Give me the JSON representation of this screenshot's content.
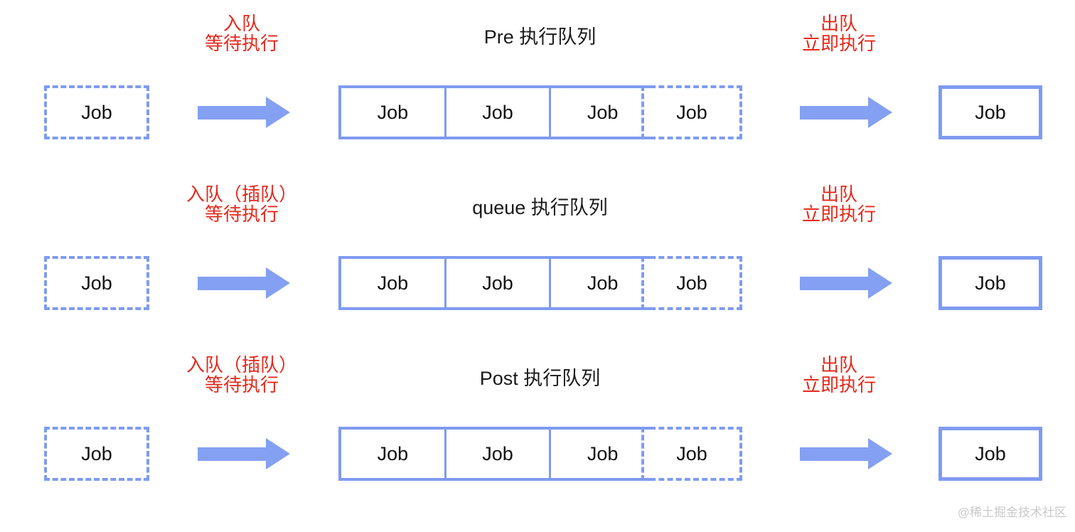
{
  "colors": {
    "blue_border": "#7f9bf0",
    "blue_arrow": "#84a0f2",
    "red_label": "#e5291b",
    "text": "#1a1a1a",
    "watermark": "#c9c9c9"
  },
  "watermark": "@稀土掘金技术社区",
  "rows": [
    {
      "title": "Pre 执行队列",
      "enqueue_line1": "入队",
      "enqueue_line2": "等待执行",
      "dequeue_line1": "出队",
      "dequeue_line2": "立即执行",
      "incoming_job_label": "Job",
      "queue_cells": [
        "Job",
        "Job",
        "Job"
      ],
      "entering_job_label": "Job",
      "executing_job_label": "Job"
    },
    {
      "title": "queue 执行队列",
      "enqueue_line1": "入队（插队）",
      "enqueue_line2": "等待执行",
      "dequeue_line1": "出队",
      "dequeue_line2": "立即执行",
      "incoming_job_label": "Job",
      "queue_cells": [
        "Job",
        "Job",
        "Job"
      ],
      "entering_job_label": "Job",
      "executing_job_label": "Job"
    },
    {
      "title": "Post 执行队列",
      "enqueue_line1": "入队（插队）",
      "enqueue_line2": "等待执行",
      "dequeue_line1": "出队",
      "dequeue_line2": "立即执行",
      "incoming_job_label": "Job",
      "queue_cells": [
        "Job",
        "Job",
        "Job"
      ],
      "entering_job_label": "Job",
      "executing_job_label": "Job"
    }
  ]
}
